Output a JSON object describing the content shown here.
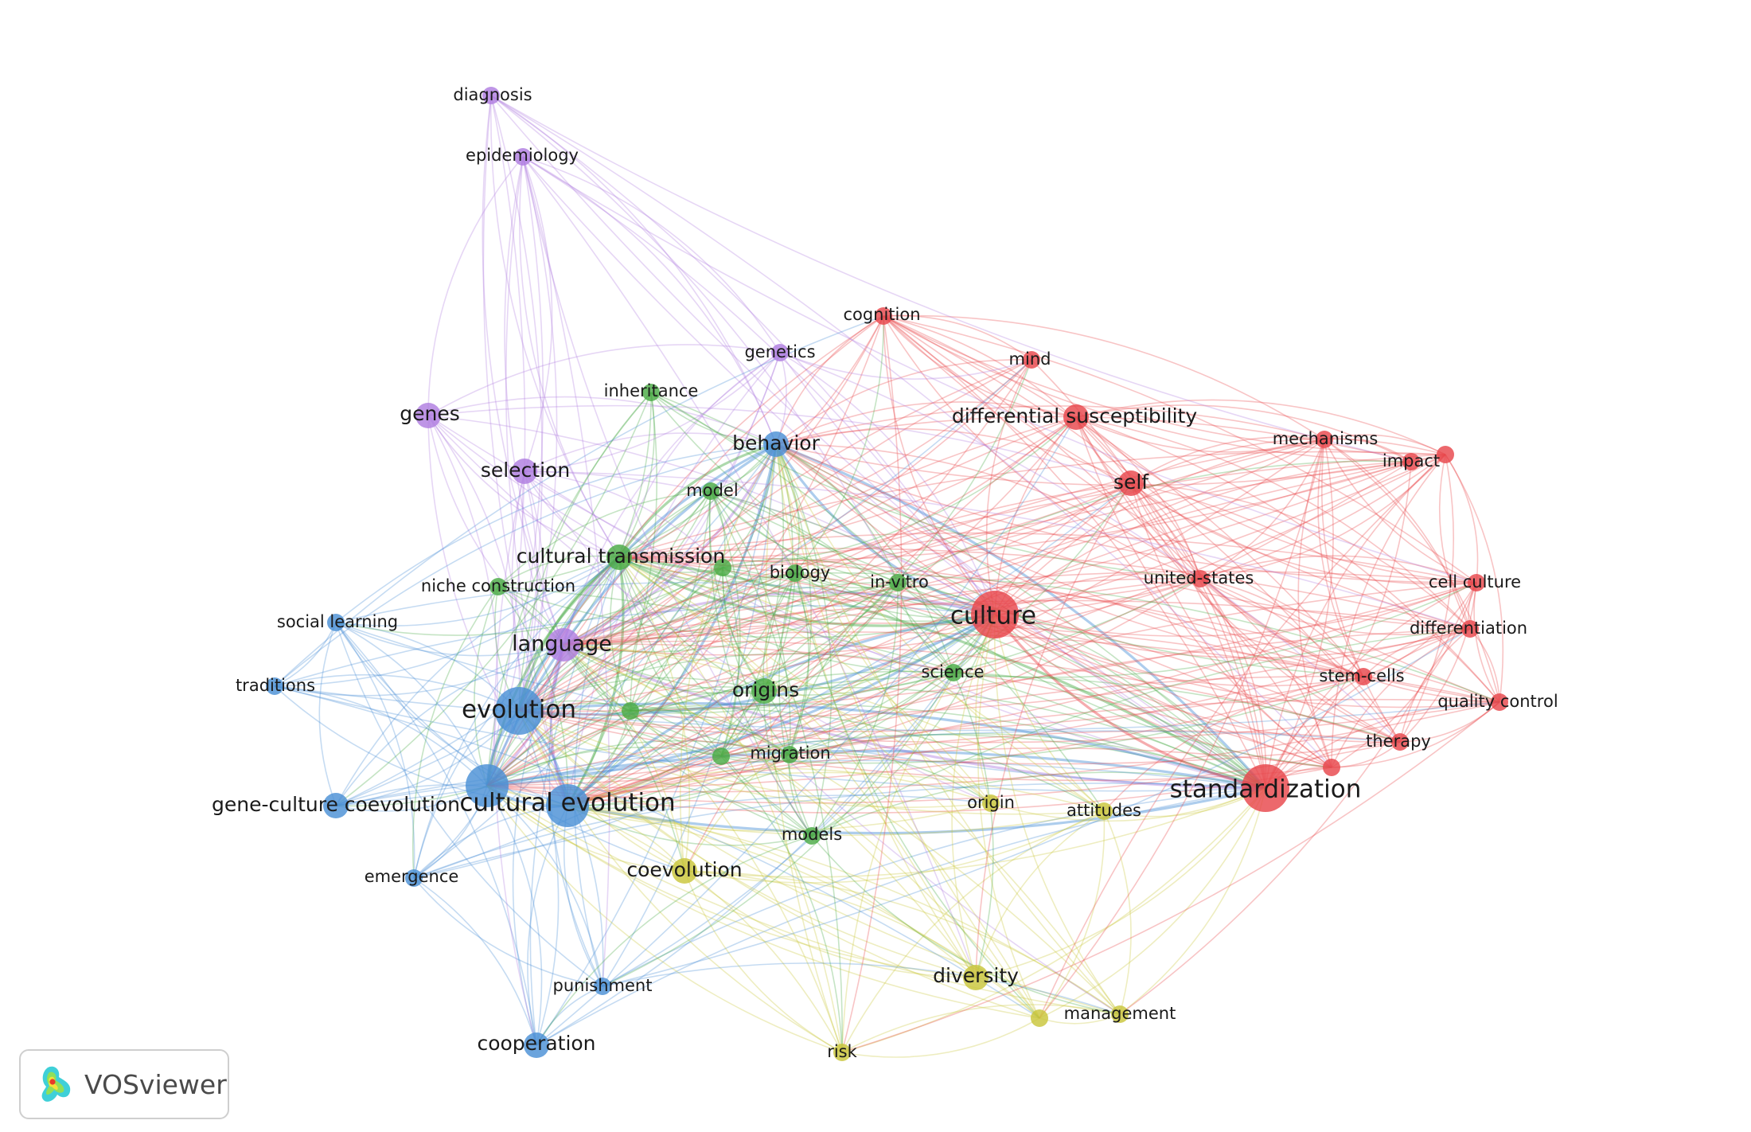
{
  "colors": {
    "red": "#e8474c",
    "green": "#4aab46",
    "blue": "#4a90d6",
    "purple": "#b07ee0",
    "yellow": "#c9c63a"
  },
  "nodes": [
    {
      "id": "diagnosis",
      "label": "diagnosis",
      "cluster": "purple",
      "weight": 1
    },
    {
      "id": "epidemiology",
      "label": "epidemiology",
      "cluster": "purple",
      "weight": 1
    },
    {
      "id": "genetics",
      "label": "genetics",
      "cluster": "purple",
      "weight": 1
    },
    {
      "id": "genes",
      "label": "genes",
      "cluster": "purple",
      "weight": 2
    },
    {
      "id": "selection",
      "label": "selection",
      "cluster": "purple",
      "weight": 2
    },
    {
      "id": "language",
      "label": "language",
      "cluster": "purple",
      "weight": 3
    },
    {
      "id": "inheritance",
      "label": "inheritance",
      "cluster": "green",
      "weight": 1
    },
    {
      "id": "model",
      "label": "model",
      "cluster": "green",
      "weight": 1
    },
    {
      "id": "cultural-transmission",
      "label": "cultural transmission",
      "cluster": "green",
      "weight": 2
    },
    {
      "id": "niche-construction",
      "label": "niche construction",
      "cluster": "green",
      "weight": 1
    },
    {
      "id": "biology",
      "label": "biology",
      "cluster": "green",
      "weight": 1
    },
    {
      "id": "in-vitro",
      "label": "in-vitro",
      "cluster": "green",
      "weight": 1
    },
    {
      "id": "science",
      "label": "science",
      "cluster": "green",
      "weight": 1
    },
    {
      "id": "origins",
      "label": "origins",
      "cluster": "green",
      "weight": 2
    },
    {
      "id": "migration",
      "label": "migration",
      "cluster": "green",
      "weight": 1
    },
    {
      "id": "models",
      "label": "models",
      "cluster": "green",
      "weight": 1
    },
    {
      "id": "green-unlabeled-1",
      "label": "",
      "cluster": "green",
      "weight": 1
    },
    {
      "id": "green-unlabeled-2",
      "label": "",
      "cluster": "green",
      "weight": 1
    },
    {
      "id": "green-unlabeled-3",
      "label": "",
      "cluster": "green",
      "weight": 1
    },
    {
      "id": "behavior",
      "label": "behavior",
      "cluster": "blue",
      "weight": 2
    },
    {
      "id": "social-learning",
      "label": "social learning",
      "cluster": "blue",
      "weight": 1
    },
    {
      "id": "traditions",
      "label": "traditions",
      "cluster": "blue",
      "weight": 1
    },
    {
      "id": "evolution",
      "label": "evolution",
      "cluster": "blue",
      "weight": 5
    },
    {
      "id": "cultural-evolution",
      "label": "cultural evolution",
      "cluster": "blue",
      "weight": 4
    },
    {
      "id": "gene-culture-coevolution",
      "label": "gene-culture coevolution",
      "cluster": "blue",
      "weight": 2
    },
    {
      "id": "emergence",
      "label": "emergence",
      "cluster": "blue",
      "weight": 1
    },
    {
      "id": "punishment",
      "label": "punishment",
      "cluster": "blue",
      "weight": 1
    },
    {
      "id": "cooperation",
      "label": "cooperation",
      "cluster": "blue",
      "weight": 2
    },
    {
      "id": "blue-unlabeled-1",
      "label": "",
      "cluster": "blue",
      "weight": 4
    },
    {
      "id": "cognition",
      "label": "cognition",
      "cluster": "red",
      "weight": 1
    },
    {
      "id": "mind",
      "label": "mind",
      "cluster": "red",
      "weight": 1
    },
    {
      "id": "differential-susceptibility",
      "label": "differential susceptibility",
      "cluster": "red",
      "weight": 2
    },
    {
      "id": "mechanisms",
      "label": "mechanisms",
      "cluster": "red",
      "weight": 1
    },
    {
      "id": "impact",
      "label": "impact",
      "cluster": "red",
      "weight": 1
    },
    {
      "id": "self",
      "label": "self",
      "cluster": "red",
      "weight": 2
    },
    {
      "id": "united-states",
      "label": "united-states",
      "cluster": "red",
      "weight": 1
    },
    {
      "id": "culture",
      "label": "culture",
      "cluster": "red",
      "weight": 5
    },
    {
      "id": "cell-culture",
      "label": "cell culture",
      "cluster": "red",
      "weight": 1
    },
    {
      "id": "differentiation",
      "label": "differentiation",
      "cluster": "red",
      "weight": 1
    },
    {
      "id": "stem-cells",
      "label": "stem-cells",
      "cluster": "red",
      "weight": 1
    },
    {
      "id": "quality-control",
      "label": "quality control",
      "cluster": "red",
      "weight": 1
    },
    {
      "id": "therapy",
      "label": "therapy",
      "cluster": "red",
      "weight": 1
    },
    {
      "id": "standardization",
      "label": "standardization",
      "cluster": "red",
      "weight": 5
    },
    {
      "id": "red-unlabeled-1",
      "label": "",
      "cluster": "red",
      "weight": 1
    },
    {
      "id": "red-unlabeled-2",
      "label": "",
      "cluster": "red",
      "weight": 1
    },
    {
      "id": "origin",
      "label": "origin",
      "cluster": "yellow",
      "weight": 1
    },
    {
      "id": "attitudes",
      "label": "attitudes",
      "cluster": "yellow",
      "weight": 1
    },
    {
      "id": "coevolution",
      "label": "coevolution",
      "cluster": "yellow",
      "weight": 2
    },
    {
      "id": "diversity",
      "label": "diversity",
      "cluster": "yellow",
      "weight": 2
    },
    {
      "id": "management",
      "label": "management",
      "cluster": "yellow",
      "weight": 1
    },
    {
      "id": "risk",
      "label": "risk",
      "cluster": "yellow",
      "weight": 1
    },
    {
      "id": "yellow-unlabeled-1",
      "label": "",
      "cluster": "yellow",
      "weight": 1
    }
  ],
  "branding": {
    "logo_text": "VOSviewer",
    "logo_icon": "vosviewer-density-icon"
  }
}
